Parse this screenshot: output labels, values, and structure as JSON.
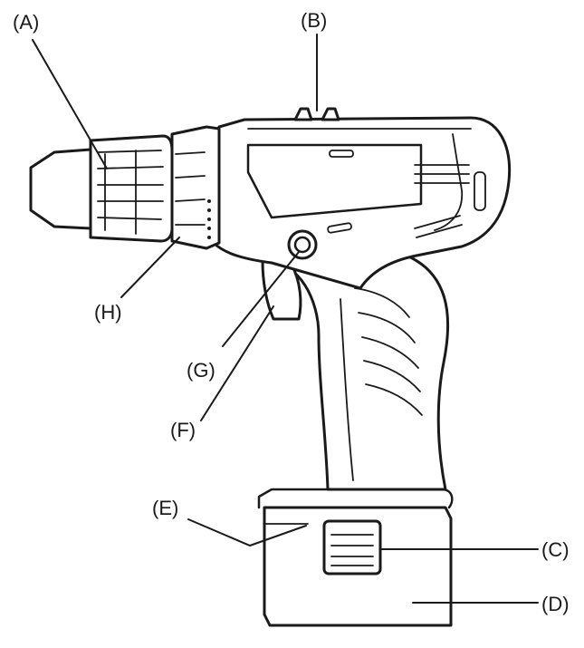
{
  "callouts": {
    "a": "(A)",
    "b": "(B)",
    "c": "(C)",
    "d": "(D)",
    "e": "(E)",
    "f": "(F)",
    "g": "(G)",
    "h": "(H)"
  }
}
